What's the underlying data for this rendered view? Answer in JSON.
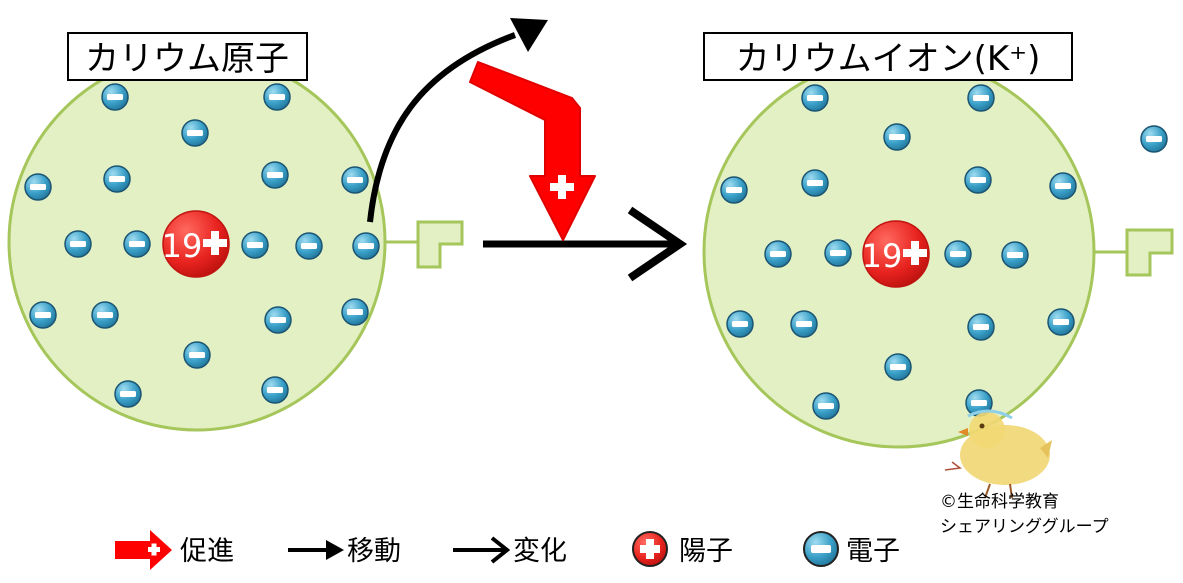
{
  "left_atom": {
    "title": "カリウム原子",
    "nucleus_label": "19",
    "electron_count": 19
  },
  "right_atom": {
    "title": "カリウムイオン(K⁺)",
    "nucleus_label": "19",
    "electron_count": 18,
    "removed_electron_count": 1
  },
  "legend": [
    {
      "icon": "promotion-arrow-icon",
      "label": "促進"
    },
    {
      "icon": "movement-arrow-icon",
      "label": "移動"
    },
    {
      "icon": "change-arrow-icon",
      "label": "変化"
    },
    {
      "icon": "proton-icon",
      "label": "陽子"
    },
    {
      "icon": "electron-icon",
      "label": "電子"
    }
  ],
  "credit": {
    "line1": "©生命科学教育",
    "line2": "シェアリンググループ"
  },
  "colors": {
    "atom_fill": "#e3f0c4",
    "atom_stroke": "#a5c65a",
    "electron_fill": "#3aa0c8",
    "nucleus_fill": "#e8231f",
    "promotion_arrow": "#ff0000",
    "arrow_black": "#000000"
  }
}
